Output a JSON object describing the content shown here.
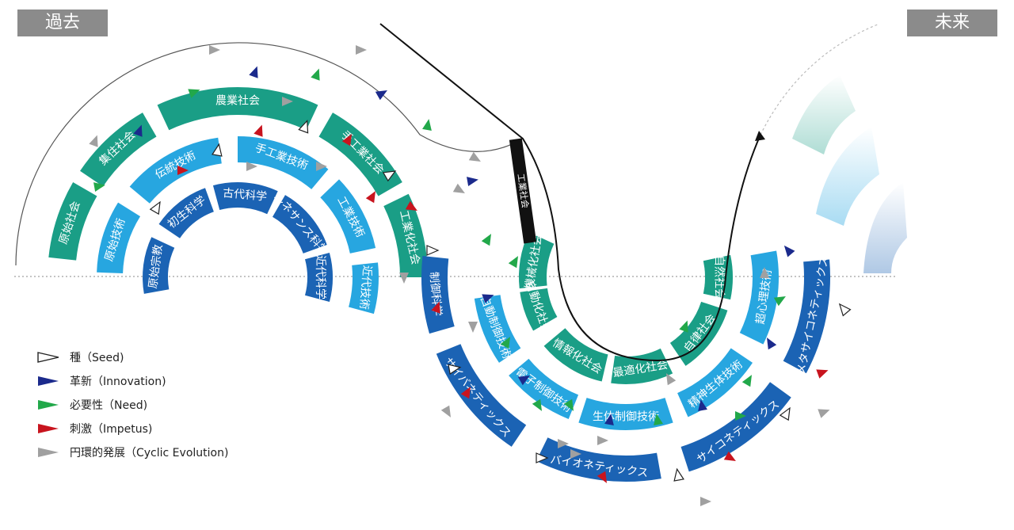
{
  "header": {
    "past": "過去",
    "future": "未来"
  },
  "colors": {
    "society": "#1a9e86",
    "technology": "#27a6e0",
    "science": "#1b63b4",
    "seed": "#ffffff",
    "innovation": "#1b2a8c",
    "need": "#22a84a",
    "impetus": "#c8141e",
    "cyclic": "#a0a0a0",
    "timeline": "#111111"
  },
  "rings": {
    "society": [
      "原始社会",
      "集住社会",
      "農業社会",
      "手工業社会",
      "工業化社会",
      "機械化社会",
      "自動化社会",
      "情報化社会",
      "最適化社会",
      "自律社会",
      "自然社会"
    ],
    "technology": [
      "原始技術",
      "伝統技術",
      "手工業技術",
      "工業技術",
      "近代技術",
      "自動制御技術",
      "電子制御技術",
      "生体制御技術",
      "精神生体技術",
      "超心理技術"
    ],
    "science": [
      "原始宗教",
      "初生科学",
      "古代科学",
      "ルネサンス科学",
      "近代科学",
      "制御科学",
      "サイバネティックス",
      "バイオネティックス",
      "サイコネティックス",
      "メタサイコネティックス"
    ]
  },
  "timeline": {
    "industrial_label": "工業社会"
  },
  "legend": [
    {
      "key": "seed",
      "label": "種（Seed)"
    },
    {
      "key": "innovation",
      "label": "革新（Innovation)"
    },
    {
      "key": "need",
      "label": "必要性（Need)"
    },
    {
      "key": "impetus",
      "label": "刺激（Impetus)"
    },
    {
      "key": "cyclic",
      "label": "円環的発展（Cyclic Evolution)"
    }
  ]
}
